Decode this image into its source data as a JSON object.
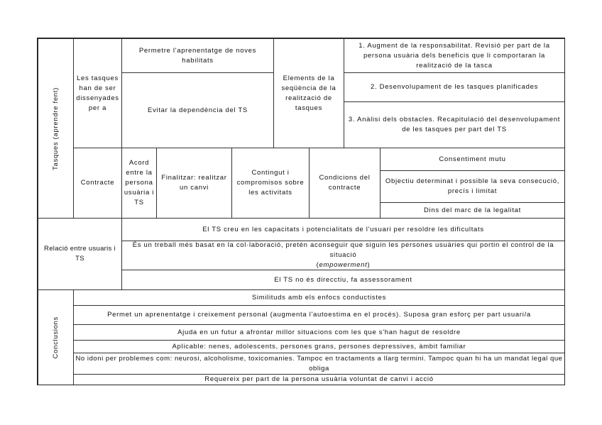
{
  "tasques": {
    "label": "Tasques (aprendre fent)",
    "designed_for": {
      "label": "Les tasques han de ser dissenyades per a",
      "items": [
        "Permetre l'aprenentatge de noves habilitats",
        "Evitar la dependència del TS"
      ]
    },
    "sequence": {
      "label": "Elements de la seqüència de la realització de tasques",
      "items": [
        "1. Augment de la responsabilitat. Revisió per part de la persona usuària dels beneficis que li comportaran la realització de la tasca",
        "2. Desenvolupament de les tasques planificades",
        "3. Anàlisi dels obstacles. Recapitulació del desenvolupament de les tasques per part del TS"
      ]
    },
    "contract": {
      "label": "Contracte",
      "agreement": "Acord entre la persona usuària i TS",
      "finalize": "Finalitzar: realitzar un canvi",
      "content": "Contingut i compromisos sobre les activitats",
      "conditions_label": "Condicions del contracte",
      "conditions": [
        "Consentiment mutu",
        "Objectiu determinat i possible la seva consecució, precís i limitat",
        "Dins del marc de la legalitat"
      ]
    }
  },
  "relacio": {
    "label": "Relació entre usuaris i TS",
    "items": [
      "El TS creu en les capacitats i potencialitats de l'usuari per resoldre les dificultats",
      "És un treball més basat en la col·laboració, pretén aconseguir que siguin les persones usuàries qui portin el control de la situació",
      "El TS no és direcctiu, fa assessorament"
    ],
    "emphasis": "empowerment"
  },
  "conclusions": {
    "label": "Conclusions",
    "items": [
      "Similituds amb els enfocs conductistes",
      "Permet un aprenentatge i creixement personal (augmenta l'autoestima en el procés). Suposa gran esforç per part usuari/a",
      "Ajuda en un futur a afrontar millor situacions com les que s'han hagut de resoldre",
      "Aplicable: nenes, adolescents, persones grans, persones depressives, àmbit familiar",
      "No idoni per problemes com: neurosi, alcoholisme, toxicomanies. Tampoc en tractaments a llarg termini. Tampoc quan hi ha un mandat legal que obliga",
      "Requereix per part de la persona usuària voluntat de canvi i acció"
    ]
  }
}
